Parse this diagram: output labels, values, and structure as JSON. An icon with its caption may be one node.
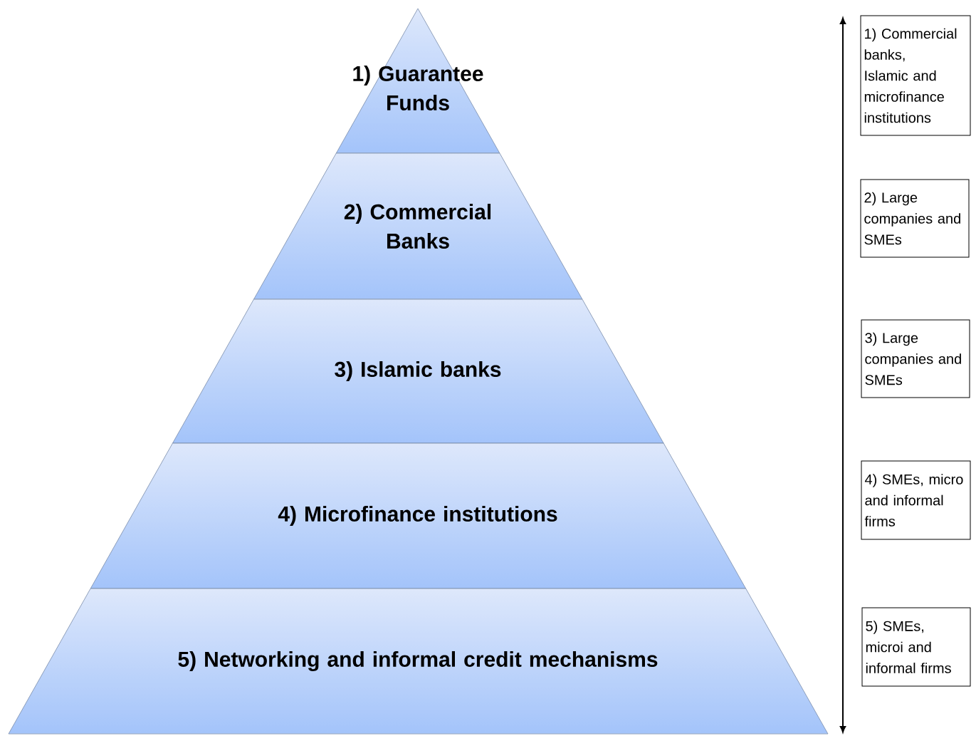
{
  "diagram": {
    "nodes": [
      {
        "text": [
          "1) Guarantee Funds"
        ]
      },
      {
        "text": [
          "2) Commercial Banks"
        ]
      },
      {
        "text": [
          "3) Islamic banks"
        ]
      },
      {
        "text": [
          "4) Microfinance institutions"
        ]
      },
      {
        "text": [
          "5) Networking and informal credit mechanisms"
        ]
      },
      {
        "text": [
          "1) Commercial banks, Islamic and microfinance institutions"
        ]
      },
      {
        "text": [
          "2) Large companies and SMEs"
        ]
      },
      {
        "text": [
          "3) Large companies and SMEs"
        ]
      },
      {
        "text": [
          "4) SMEs, micro and informal firms"
        ]
      },
      {
        "text": [
          "5) SMEs, microi and informal firms"
        ]
      }
    ]
  }
}
